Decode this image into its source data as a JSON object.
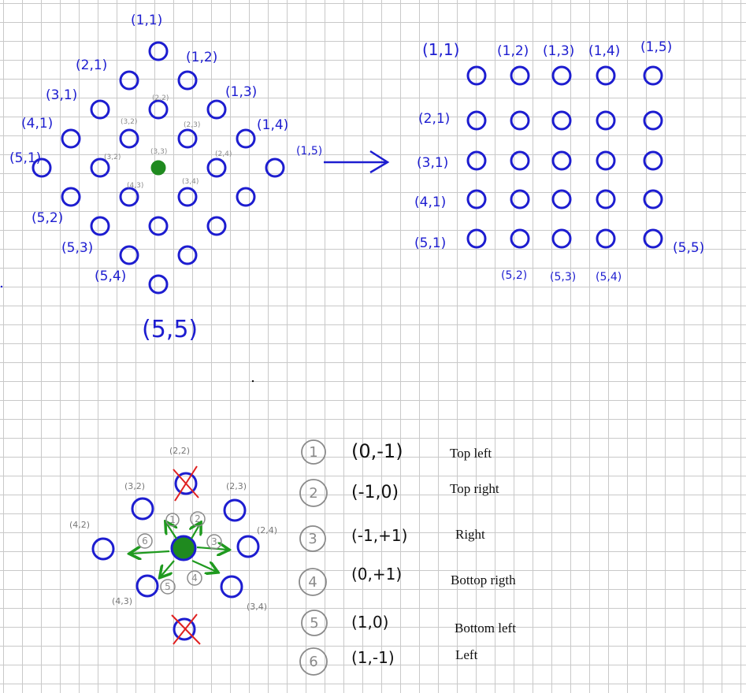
{
  "colors": {
    "circle": "#1d1dd0",
    "center": "#1f8a1f",
    "arrow": "#1f9a1f",
    "cross": "#e02020",
    "small_label": "#8a8a8a",
    "num_circle": "#8a8a8a",
    "ink": "#111111"
  },
  "diamond": {
    "big_labels": [
      "(1,1)",
      "(2,1)",
      "(1,2)",
      "(3,1)",
      "(1,3)",
      "(4,1)",
      "(1,4)",
      "(5,1)",
      "(1,5)",
      "(5,2)",
      "(5,3)",
      "(5,4)",
      "(5,5)"
    ],
    "small_labels": [
      "(2,2)",
      "(3,2)",
      "(2,3)",
      "(3,3)",
      "(3,2)",
      "(2,4)",
      "(4,3)",
      "(3,4)"
    ]
  },
  "grid": {
    "column_labels": [
      "(1,1)",
      "(1,2)",
      "(1,3)",
      "(1,4)",
      "(1,5)"
    ],
    "row_labels": [
      "(2,1)",
      "(3,1)",
      "(4,1)",
      "(5,1)"
    ],
    "bottom_labels": [
      "(5,2)",
      "(5,3)",
      "(5,4)"
    ],
    "corner_label": "(5,5)"
  },
  "neighbors": {
    "labels": [
      "(2,2)",
      "(3,2)",
      "(2,3)",
      "(4,2)",
      "(2,4)",
      "(4,3)",
      "(3,4)"
    ],
    "numbers": [
      "1",
      "2",
      "3",
      "4",
      "5",
      "6"
    ]
  },
  "legend": [
    {
      "num": "1",
      "delta": "(0,-1)",
      "desc": "Top left"
    },
    {
      "num": "2",
      "delta": "(-1,0)",
      "desc": "Top right"
    },
    {
      "num": "3",
      "delta": "(-1,+1)",
      "desc": "Right"
    },
    {
      "num": "4",
      "delta": "(0,+1)",
      "desc": "Bottop rigth"
    },
    {
      "num": "5",
      "delta": "(1,0)",
      "desc": "Bottom left"
    },
    {
      "num": "6",
      "delta": "(1,-1)",
      "desc": "Left"
    }
  ]
}
